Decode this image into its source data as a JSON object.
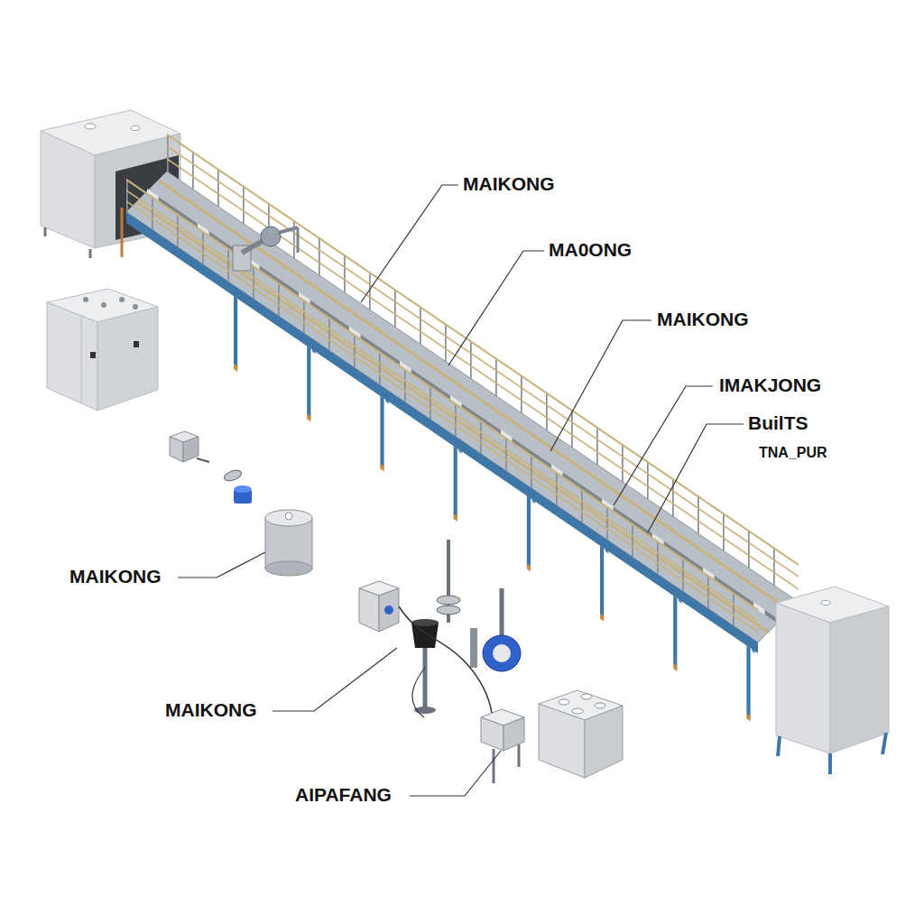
{
  "diagram": {
    "labels": [
      "MAIKONG",
      "MA0ONG",
      "MAIKONG",
      "IMAKJONG",
      "BuilTS",
      "TNA_PUR",
      "MAIKONG",
      "MAIKONG",
      "AIPAFANG"
    ]
  }
}
